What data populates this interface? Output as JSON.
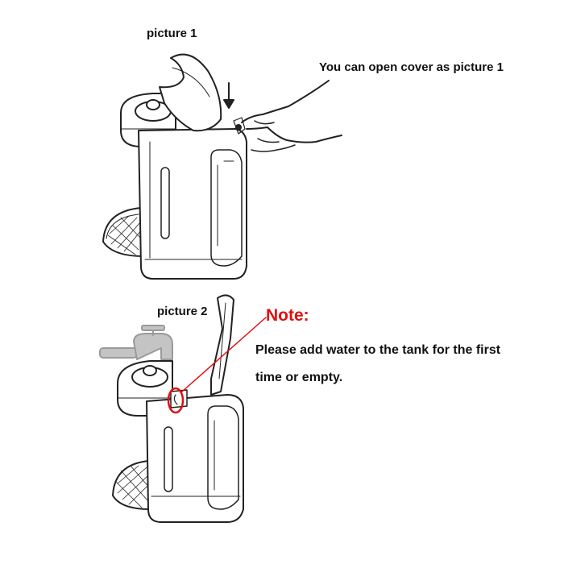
{
  "picture1": {
    "title": "picture 1",
    "caption": "You can open cover as picture 1"
  },
  "picture2": {
    "title": "picture 2",
    "note_label": "Note:",
    "note_line1": "Please add water to the tank for the first",
    "note_line2": "time or empty."
  },
  "colors": {
    "line": "#222222",
    "note": "#e01010",
    "faucet": "#b8b8b8"
  }
}
